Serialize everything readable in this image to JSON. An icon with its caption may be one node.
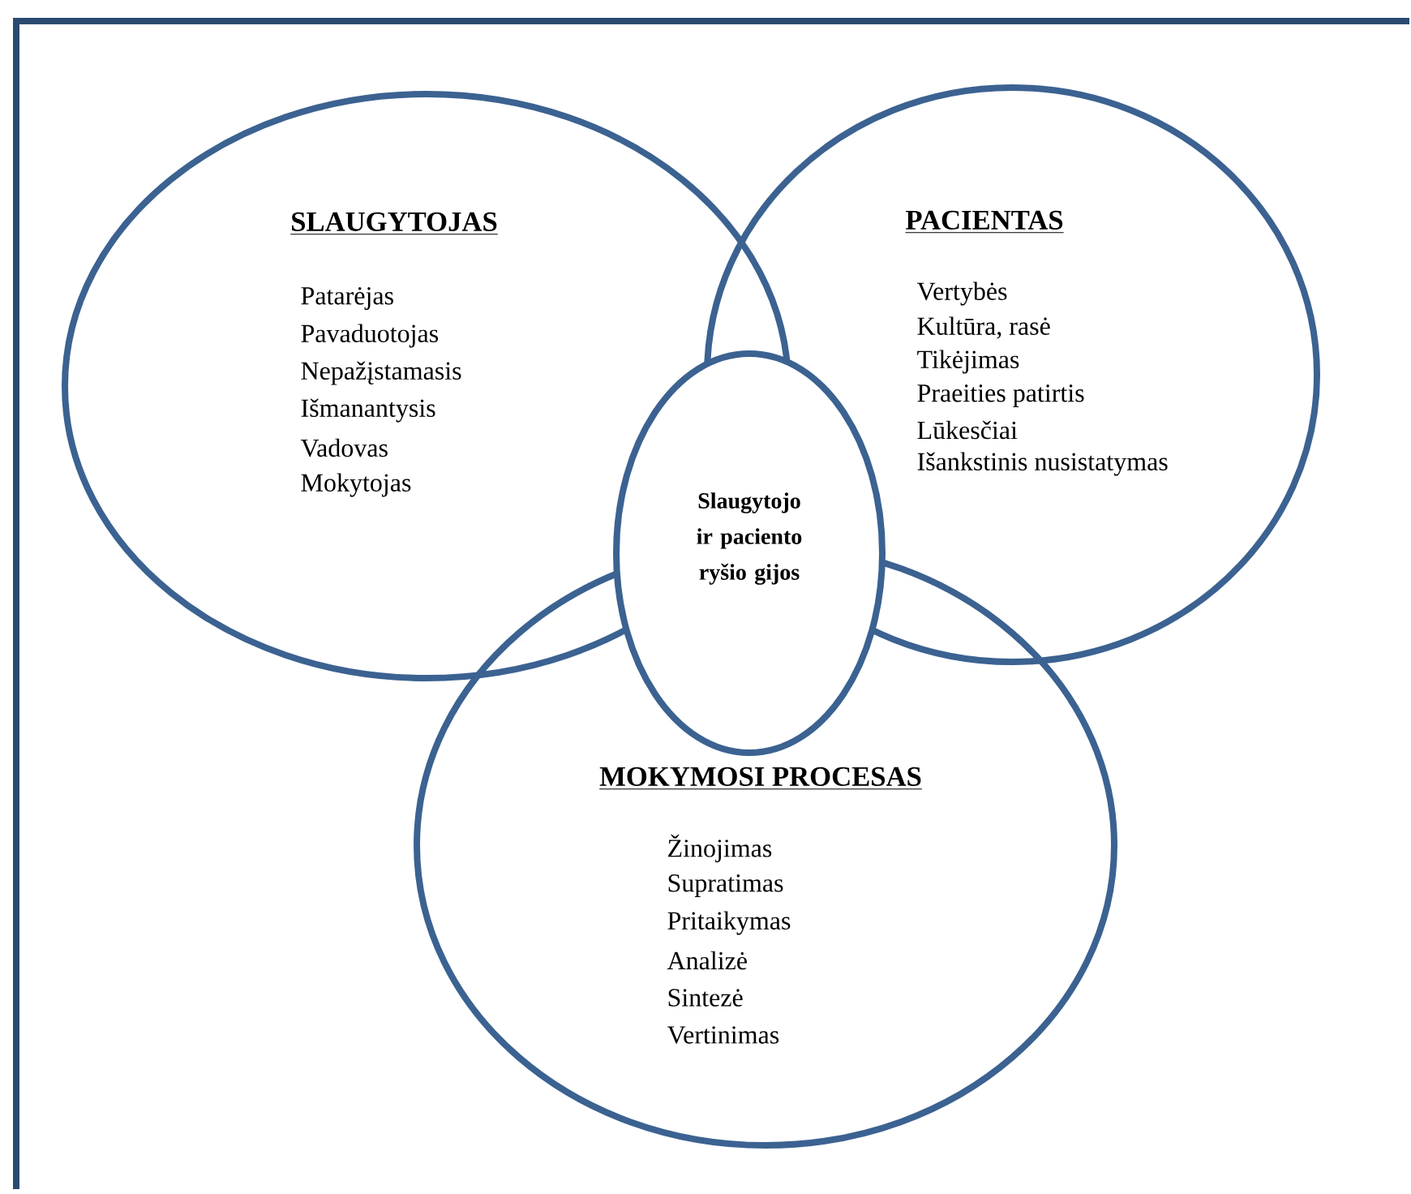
{
  "diagram": {
    "nodes": [
      {
        "text": [
          "SLAUGYTOJAS",
          "Patarėjas",
          "Pavaduotojas",
          "Nepažįstamasis",
          "Išmanantysis",
          "Vadovas",
          "Mokytojas"
        ]
      },
      {
        "text": [
          "PACIENTAS",
          "Vertybės",
          "Kultūra, rasė",
          "Tikėjimas",
          "Praeities patirtis",
          "Lūkesčiai",
          "Išankstinis nusistatymas"
        ]
      },
      {
        "text": [
          "MOKYMOSI PROCESAS",
          "Žinojimas",
          "Supratimas",
          "Pritaikymas",
          "Analizė",
          "Sintezė",
          "Vertinimas"
        ]
      },
      {
        "text": [
          "Slaugytojo ir paciento ryšio gijos"
        ]
      }
    ]
  }
}
